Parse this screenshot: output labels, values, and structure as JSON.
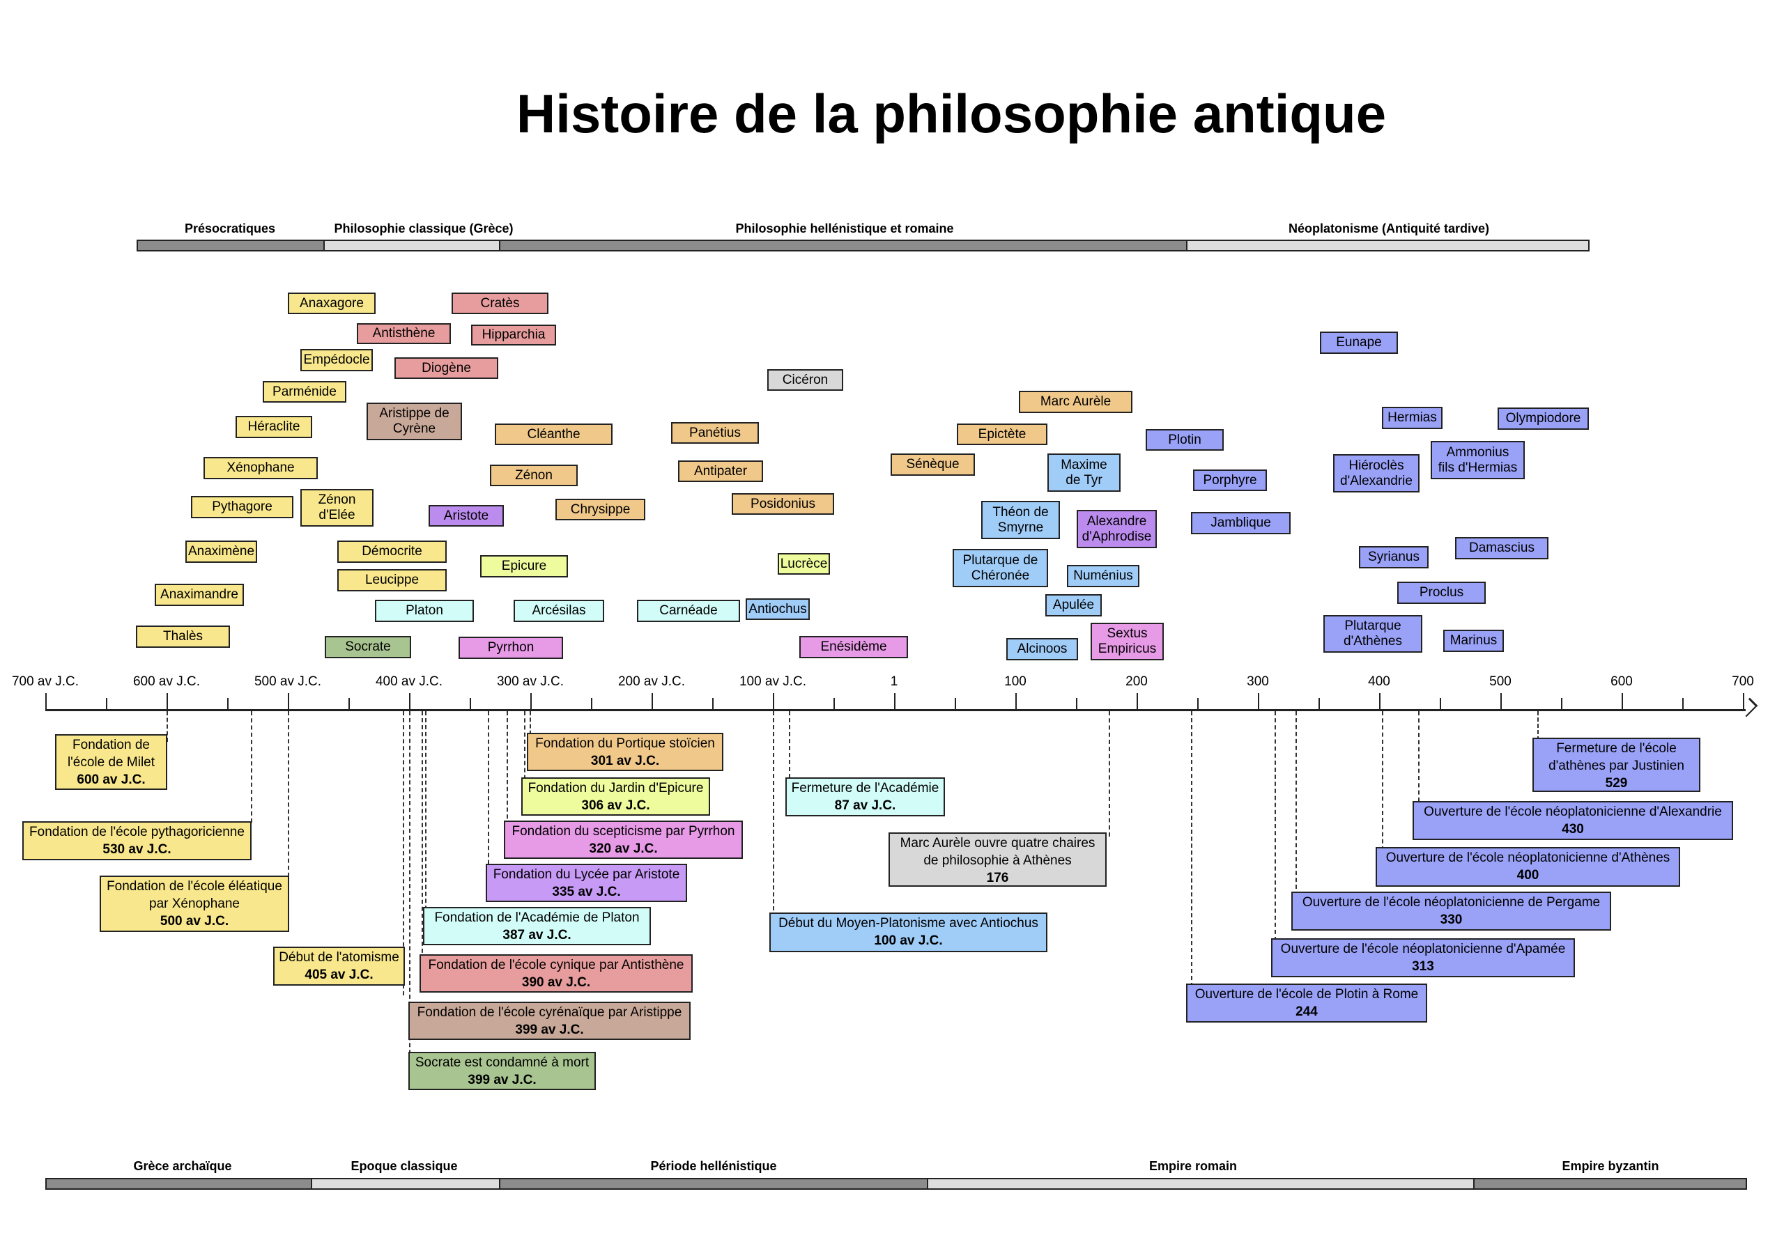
{
  "title": "Histoire de la philosophie antique",
  "colors": {
    "yellow": "#f8e78c",
    "red": "#e79d9d",
    "brown": "#c8a898",
    "orange": "#f0c88a",
    "purple": "#bb8ced",
    "lime": "#eefc9e",
    "cyan": "#d2fcf8",
    "pink": "#e79ae6",
    "green": "#a8c490",
    "grey": "#d8d8d8",
    "blue": "#a0ccf8",
    "indigo": "#9aa2f8",
    "bar_dark": "#8c8c8c",
    "bar_light": "#dedede"
  },
  "philosophy_periods": [
    {
      "label": "Présocratiques"
    },
    {
      "label": "Philosophie classique (Grèce)"
    },
    {
      "label": "Philosophie hellénistique et romaine"
    },
    {
      "label": "Néoplatonisme (Antiquité tardive)"
    }
  ],
  "historical_eras": [
    {
      "label": "Grèce archaïque"
    },
    {
      "label": "Epoque classique"
    },
    {
      "label": "Période hellénistique"
    },
    {
      "label": "Empire romain"
    },
    {
      "label": "Empire byzantin"
    }
  ],
  "axis": {
    "ticks": [
      "700 av J.C.",
      "600 av J.C.",
      "500 av J.C.",
      "400 av J.C.",
      "300 av J.C.",
      "200 av J.C.",
      "100 av J.C.",
      "1",
      "100",
      "200",
      "300",
      "400",
      "500",
      "600",
      "700"
    ]
  },
  "philosophers": [
    {
      "name": "Anaxagore",
      "school": "présocratique"
    },
    {
      "name": "Cratès",
      "school": "cynique"
    },
    {
      "name": "Antisthène",
      "school": "cynique"
    },
    {
      "name": "Hipparchia",
      "school": "cynique"
    },
    {
      "name": "Empédocle",
      "school": "présocratique"
    },
    {
      "name": "Diogène",
      "school": "cynique"
    },
    {
      "name": "Cicéron",
      "school": "éclectique"
    },
    {
      "name": "Parménide",
      "school": "présocratique"
    },
    {
      "name": "Eunape",
      "school": "néoplatonisme"
    },
    {
      "name": "Marc Aurèle",
      "school": "stoïcisme"
    },
    {
      "name": "Aristippe de",
      "name2": "Cyrène",
      "school": "cyrénaïque"
    },
    {
      "name": "Héraclite",
      "school": "présocratique"
    },
    {
      "name": "Cléanthe",
      "school": "stoïcisme"
    },
    {
      "name": "Panétius",
      "school": "stoïcisme"
    },
    {
      "name": "Epictète",
      "school": "stoïcisme"
    },
    {
      "name": "Plotin",
      "school": "néoplatonisme"
    },
    {
      "name": "Hermias",
      "school": "néoplatonisme"
    },
    {
      "name": "Olympiodore",
      "school": "néoplatonisme"
    },
    {
      "name": "Ammonius",
      "name2": "fils d'Hermias",
      "school": "néoplatonisme"
    },
    {
      "name": "Hiéroclès",
      "name2": "d'Alexandrie",
      "school": "néoplatonisme"
    },
    {
      "name": "Xénophane",
      "school": "présocratique"
    },
    {
      "name": "Zénon",
      "school": "stoïcisme"
    },
    {
      "name": "Antipater",
      "school": "stoïcisme"
    },
    {
      "name": "Sénèque",
      "school": "stoïcisme"
    },
    {
      "name": "Maxime",
      "name2": "de Tyr",
      "school": "moyen-platonisme"
    },
    {
      "name": "Porphyre",
      "school": "néoplatonisme"
    },
    {
      "name": "Pythagore",
      "school": "présocratique"
    },
    {
      "name": "Zénon",
      "name2": "d'Elée",
      "school": "présocratique"
    },
    {
      "name": "Aristote",
      "school": "péripatétisme"
    },
    {
      "name": "Chrysippe",
      "school": "stoïcisme"
    },
    {
      "name": "Posidonius",
      "school": "stoïcisme"
    },
    {
      "name": "Théon de",
      "name2": "Smyrne",
      "school": "moyen-platonisme"
    },
    {
      "name": "Alexandre",
      "name2": "d'Aphrodise",
      "school": "péripatétisme"
    },
    {
      "name": "Jamblique",
      "school": "néoplatonisme"
    },
    {
      "name": "Anaximène",
      "school": "présocratique"
    },
    {
      "name": "Démocrite",
      "school": "présocratique"
    },
    {
      "name": "Epicure",
      "school": "épicurisme"
    },
    {
      "name": "Lucrèce",
      "school": "épicurisme"
    },
    {
      "name": "Plutarque de",
      "name2": "Chéronée",
      "school": "moyen-platonisme"
    },
    {
      "name": "Numénius",
      "school": "moyen-platonisme"
    },
    {
      "name": "Syrianus",
      "school": "néoplatonisme"
    },
    {
      "name": "Damascius",
      "school": "néoplatonisme"
    },
    {
      "name": "Anaximandre",
      "school": "présocratique"
    },
    {
      "name": "Leucippe",
      "school": "présocratique"
    },
    {
      "name": "Platon",
      "school": "académie"
    },
    {
      "name": "Arcésilas",
      "school": "académie"
    },
    {
      "name": "Carnéade",
      "school": "académie"
    },
    {
      "name": "Antiochus",
      "school": "moyen-platonisme"
    },
    {
      "name": "Apulée",
      "school": "moyen-platonisme"
    },
    {
      "name": "Proclus",
      "school": "néoplatonisme"
    },
    {
      "name": "Plutarque",
      "name2": "d'Athènes",
      "school": "néoplatonisme"
    },
    {
      "name": "Marinus",
      "school": "néoplatonisme"
    },
    {
      "name": "Thalès",
      "school": "présocratique"
    },
    {
      "name": "Socrate",
      "school": "socrate"
    },
    {
      "name": "Pyrrhon",
      "school": "scepticisme"
    },
    {
      "name": "Enésidème",
      "school": "scepticisme"
    },
    {
      "name": "Alcinoos",
      "school": "moyen-platonisme"
    },
    {
      "name": "Sextus",
      "name2": "Empiricus",
      "school": "scepticisme"
    }
  ],
  "events": [
    {
      "line1": "Fondation de",
      "line2": "l'école de Milet",
      "date": "600 av J.C."
    },
    {
      "line1": "Fondation de l'école pythagoricienne",
      "date": "530 av J.C."
    },
    {
      "line1": "Fondation de l'école éléatique",
      "line2": "par Xénophane",
      "date": "500 av J.C."
    },
    {
      "line1": "Début de l'atomisme",
      "date": "405 av J.C."
    },
    {
      "line1": "Fondation du Portique stoïcien",
      "date": "301 av J.C."
    },
    {
      "line1": "Fondation du Jardin d'Epicure",
      "date": "306 av J.C."
    },
    {
      "line1": "Fondation du scepticisme par Pyrrhon",
      "date": "320 av J.C."
    },
    {
      "line1": "Fondation du Lycée par Aristote",
      "date": "335 av J.C."
    },
    {
      "line1": "Fondation de l'Académie de Platon",
      "date": "387 av J.C."
    },
    {
      "line1": "Fondation de l'école cynique par Antisthène",
      "date": "390 av J.C."
    },
    {
      "line1": "Fondation de l'école cyrénaïque par Aristippe",
      "date": "399 av J.C."
    },
    {
      "line1": "Socrate est condamné à mort",
      "date": "399 av J.C."
    },
    {
      "line1": "Fermeture de l'Académie",
      "date": "87 av J.C."
    },
    {
      "line1": "Marc Aurèle ouvre quatre chaires",
      "line2": "de philosophie à Athènes",
      "date": "176"
    },
    {
      "line1": "Début du Moyen-Platonisme avec Antiochus",
      "date": "100 av J.C."
    },
    {
      "line1": "Fermeture de l'école",
      "line2": "d'athènes par Justinien",
      "date": "529"
    },
    {
      "line1": "Ouverture de l'école néoplatonicienne d'Alexandrie",
      "date": "430"
    },
    {
      "line1": "Ouverture de l'école néoplatonicienne d'Athènes",
      "date": "400"
    },
    {
      "line1": "Ouverture de l'école néoplatonicienne de Pergame",
      "date": "330"
    },
    {
      "line1": "Ouverture de l'école néoplatonicienne d'Apamée",
      "date": "313"
    },
    {
      "line1": "Ouverture de l'école de Plotin à Rome",
      "date": "244"
    }
  ]
}
